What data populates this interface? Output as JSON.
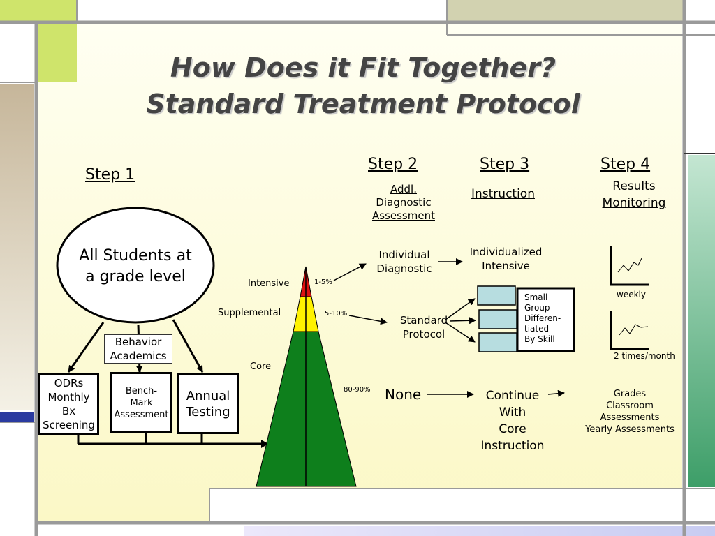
{
  "title": {
    "line1": "How Does it Fit Together?",
    "line2": "Standard Treatment Protocol"
  },
  "colors": {
    "slide_bg_top": "#fffff0",
    "slide_bg_bottom": "#fbf8c8",
    "lime": "#cfe46b",
    "khaki": "#d2d2b0",
    "tan": "#c6b69a",
    "navy": "#2a3aa0",
    "green_strip": "#3d9e68",
    "gray_bar": "#9a9a9a",
    "tier_intensive": "#dd1111",
    "tier_supplemental": "#fff200",
    "tier_core": "#0e7f1c",
    "small_box_fill": "#b7dde0"
  },
  "steps": {
    "step1": "Step 1",
    "step2": "Step 2",
    "step3": "Step 3",
    "step4": "Step 4"
  },
  "step2_sub": [
    "Addl.",
    "Diagnostic",
    "Assessment"
  ],
  "step3_sub": "Instruction",
  "step4_sub": [
    "Results",
    "Monitoring"
  ],
  "ellipse": [
    "All Students at",
    "a grade level"
  ],
  "behavior_box": [
    "Behavior",
    "Academics"
  ],
  "screen_boxes": {
    "odrs": [
      "ODRs",
      "Monthly",
      "Bx",
      "Screening"
    ],
    "bench": [
      "Bench-",
      "Mark",
      "Assessment"
    ],
    "annual": [
      "Annual",
      "Testing"
    ]
  },
  "tiers": {
    "intensive": "Intensive",
    "supplemental": "Supplemental",
    "core": "Core",
    "pct_intensive": "1-5%",
    "pct_supplemental": "5-10%",
    "pct_core": "80-90%"
  },
  "step2_items": {
    "individual": [
      "Individual",
      "Diagnostic"
    ],
    "standard": [
      "Standard",
      "Protocol"
    ],
    "none": "None"
  },
  "step3_items": {
    "individualized": [
      "Individualized",
      "Intensive"
    ],
    "small_group": [
      "Small",
      "Group",
      "Differen-",
      "tiated",
      "By Skill"
    ],
    "continue": [
      "Continue",
      "With",
      "Core",
      "Instruction"
    ]
  },
  "step4_items": {
    "weekly": "weekly",
    "twice_month": "2 times/month",
    "grades": [
      "Grades",
      "Classroom",
      "Assessments",
      "Yearly Assessments"
    ]
  }
}
